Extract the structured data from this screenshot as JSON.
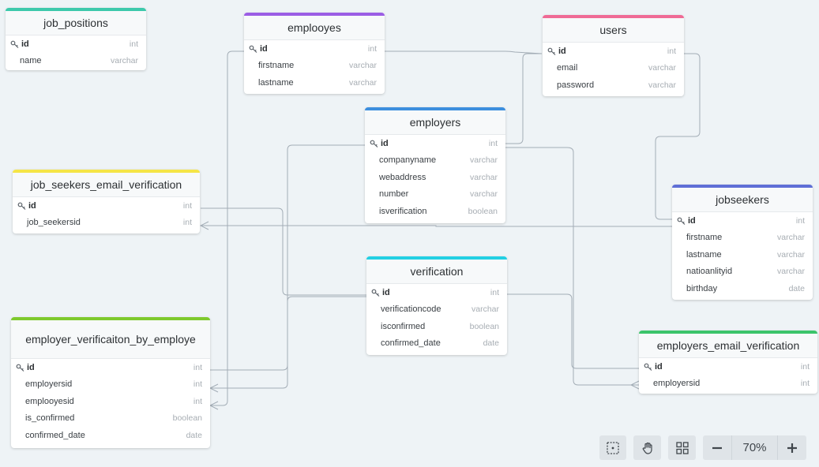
{
  "colors": {
    "job_positions": "#3cc9ab",
    "emplooyes": "#9b5de5",
    "users": "#ef6a95",
    "employers": "#3c8ede",
    "job_seekers_email_verification": "#f5e547",
    "jobseekers": "#5f6fd6",
    "verification": "#22cfe3",
    "employer_verificaiton_by_employe": "#7ec92c",
    "employers_email_verification": "#3cc46b",
    "line": "#a3adb6"
  },
  "tables": {
    "job_positions": {
      "title": "job_positions",
      "fields": [
        {
          "name": "id",
          "type": "int"
        },
        {
          "name": "name",
          "type": "varchar"
        }
      ]
    },
    "emplooyes": {
      "title": "emplooyes",
      "fields": [
        {
          "name": "id",
          "type": "int"
        },
        {
          "name": "firstname",
          "type": "varchar"
        },
        {
          "name": "lastname",
          "type": "varchar"
        }
      ]
    },
    "users": {
      "title": "users",
      "fields": [
        {
          "name": "id",
          "type": "int"
        },
        {
          "name": "email",
          "type": "varchar"
        },
        {
          "name": "password",
          "type": "varchar"
        }
      ]
    },
    "employers": {
      "title": "employers",
      "fields": [
        {
          "name": "id",
          "type": "int"
        },
        {
          "name": "companyname",
          "type": "varchar"
        },
        {
          "name": "webaddress",
          "type": "varchar"
        },
        {
          "name": "number",
          "type": "varchar"
        },
        {
          "name": "isverification",
          "type": "boolean"
        }
      ]
    },
    "job_seekers_email_verification": {
      "title": "job_seekers_email_verification",
      "fields": [
        {
          "name": "id",
          "type": "int"
        },
        {
          "name": "job_seekersid",
          "type": "int"
        }
      ]
    },
    "jobseekers": {
      "title": "jobseekers",
      "fields": [
        {
          "name": "id",
          "type": "int"
        },
        {
          "name": "firstname",
          "type": "varchar"
        },
        {
          "name": "lastname",
          "type": "varchar"
        },
        {
          "name": "natioanlityid",
          "type": "varchar"
        },
        {
          "name": "birthday",
          "type": "date"
        }
      ]
    },
    "verification": {
      "title": "verification",
      "fields": [
        {
          "name": "id",
          "type": "int"
        },
        {
          "name": "verificationcode",
          "type": "varchar"
        },
        {
          "name": "isconfirmed",
          "type": "boolean"
        },
        {
          "name": "confirmed_date",
          "type": "date"
        }
      ]
    },
    "employer_verificaiton_by_employe": {
      "title": "employer_verificaiton_by_employe",
      "fields": [
        {
          "name": "id",
          "type": "int"
        },
        {
          "name": "employersid",
          "type": "int"
        },
        {
          "name": "emplooyesid",
          "type": "int"
        },
        {
          "name": "is_confirmed",
          "type": "boolean"
        },
        {
          "name": "confirmed_date",
          "type": "date"
        }
      ]
    },
    "employers_email_verification": {
      "title": "employers_email_verification",
      "fields": [
        {
          "name": "id",
          "type": "int"
        },
        {
          "name": "employersid",
          "type": "int"
        }
      ]
    }
  },
  "toolbar": {
    "zoom_level": "70%",
    "icons": [
      "fit-view-icon",
      "hand-icon",
      "grid-icon",
      "zoom-out-icon",
      "zoom-in-icon"
    ]
  }
}
